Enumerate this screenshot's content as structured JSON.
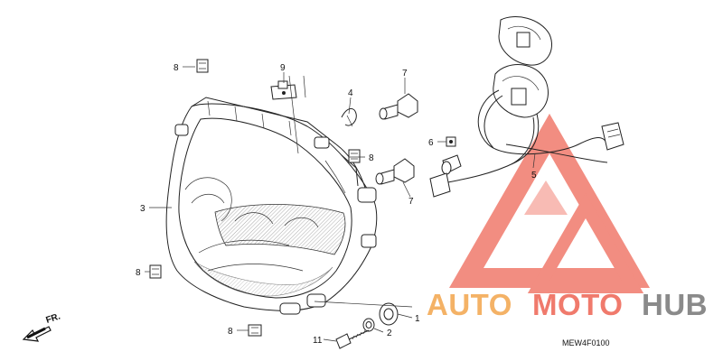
{
  "diagram": {
    "callouts": [
      "1",
      "2",
      "3",
      "4",
      "5",
      "6",
      "7",
      "7",
      "8",
      "8",
      "8",
      "8",
      "9",
      "11"
    ],
    "direction_label": "FR.",
    "diagram_code": "MEW4F0100",
    "colors": {
      "line": "#222222",
      "watermark_red": "#f07a6c",
      "watermark_orange": "#f4b266",
      "watermark_gray": "#8a8a8a"
    }
  },
  "watermark": {
    "word_part1": "AUTO",
    "word_part2": "MOTO",
    "word_part3": "HUB"
  }
}
